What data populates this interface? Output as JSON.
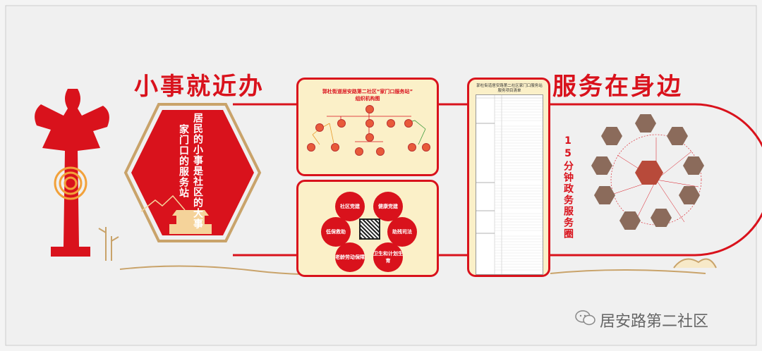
{
  "left_heading": "小事就近办",
  "right_heading": "服务在身边",
  "hexagon_text": {
    "col1": "居民的小事是社区的大事",
    "col2": "家门口的服务站"
  },
  "org_chart": {
    "title_line1": "郭杜街道居安路第二社区“家门口服务站”",
    "title_line2": "组织机构图"
  },
  "services": [
    {
      "label": "社区党建"
    },
    {
      "label": "健康党建"
    },
    {
      "label": "低保救助"
    },
    {
      "label": "助残司法"
    },
    {
      "label": "老龄劳动保障"
    },
    {
      "label": "卫生和计划生育"
    }
  ],
  "service_list": {
    "title_line1": "郭杜街道居安路第二社区家门口服务站",
    "title_line2": "服务项目清单"
  },
  "circle_title": "15分钟政务服务圈",
  "watermark": "居安路第二社区",
  "colors": {
    "accent": "#d9121c",
    "panel": "#fbf0c8",
    "gold": "#c9a36a"
  }
}
